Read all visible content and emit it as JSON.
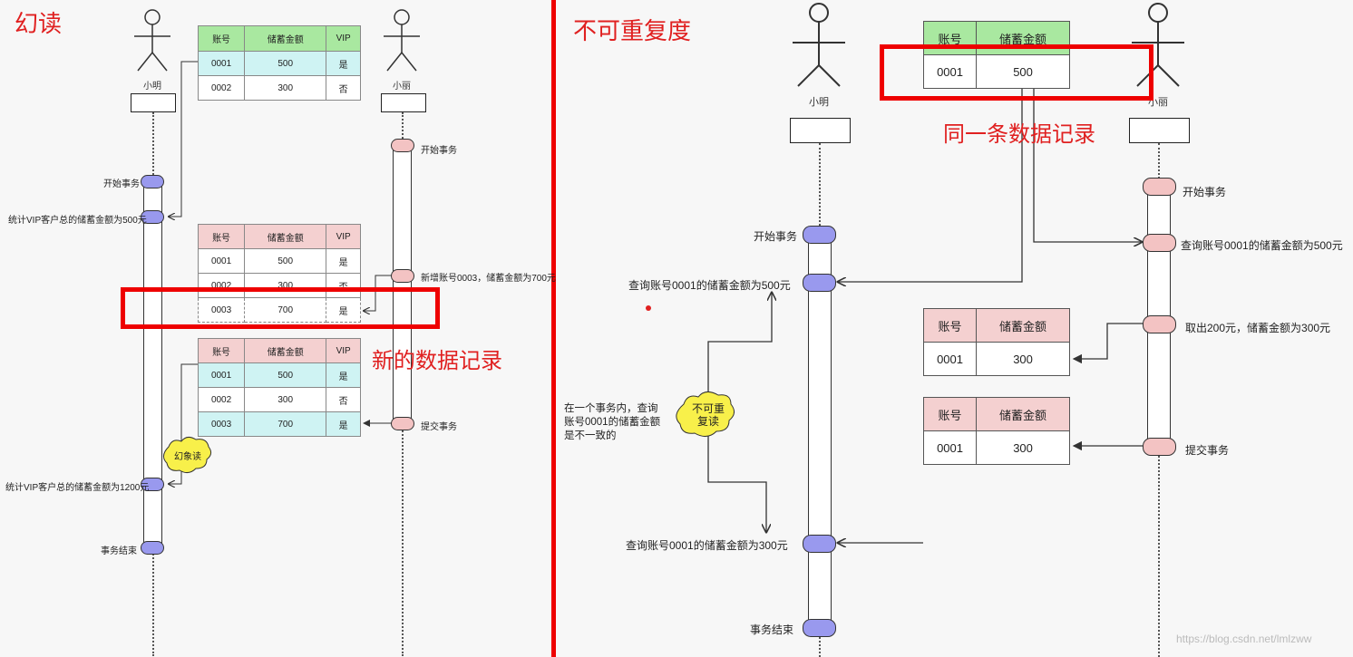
{
  "left": {
    "title": "幻读",
    "actors": {
      "a": "小明",
      "b": "小丽"
    },
    "table_headers": [
      "账号",
      "储蓄金额",
      "VIP"
    ],
    "table1_rows": [
      [
        "0001",
        "500",
        "是"
      ],
      [
        "0002",
        "300",
        "否"
      ]
    ],
    "table2_rows": [
      [
        "0001",
        "500",
        "是"
      ],
      [
        "0002",
        "300",
        "否"
      ],
      [
        "0003",
        "700",
        "是"
      ]
    ],
    "table3_rows": [
      [
        "0001",
        "500",
        "是"
      ],
      [
        "0002",
        "300",
        "否"
      ],
      [
        "0003",
        "700",
        "是"
      ]
    ],
    "msgs": {
      "a_begin": "开始事务",
      "a_sum1": "统计VIP客户总的储蓄金额为500元",
      "a_sum2": "统计VIP客户总的储蓄金额为1200元",
      "a_end": "事务结束",
      "b_begin": "开始事务",
      "b_insert": "新增账号0003，储蓄金额为700元",
      "b_commit": "提交事务"
    },
    "new_record": "新的数据记录",
    "bubble": "幻象读"
  },
  "right": {
    "title": "不可重复度",
    "actors": {
      "a": "小明",
      "b": "小丽"
    },
    "table_headers": [
      "账号",
      "储蓄金额"
    ],
    "table1_row": [
      "0001",
      "500"
    ],
    "table2_row": [
      "0001",
      "300"
    ],
    "table3_row": [
      "0001",
      "300"
    ],
    "same_record": "同一条数据记录",
    "msgs": {
      "a_begin": "开始事务",
      "a_query1": "查询账号0001的储蓄金额为500元",
      "a_query2": "查询账号0001的储蓄金额为300元",
      "a_end": "事务结束",
      "b_begin": "开始事务",
      "b_query": "查询账号0001的储蓄金额为500元",
      "b_withdraw": "取出200元，储蓄金额为300元",
      "b_commit": "提交事务"
    },
    "note": [
      "在一个事务内，查询",
      "账号0001的储蓄金额",
      "是不一致的"
    ],
    "bubble": [
      "不可重",
      "复读"
    ]
  },
  "watermark": "https://blog.csdn.net/lmlzww",
  "colors": {
    "red": "#e02020",
    "pill_blue": "#9999ee",
    "pill_pink": "#f3c3c3",
    "header_green": "#a9e8a0",
    "header_pink": "#f4d0d0",
    "row_cyan": "#cff3f3"
  }
}
